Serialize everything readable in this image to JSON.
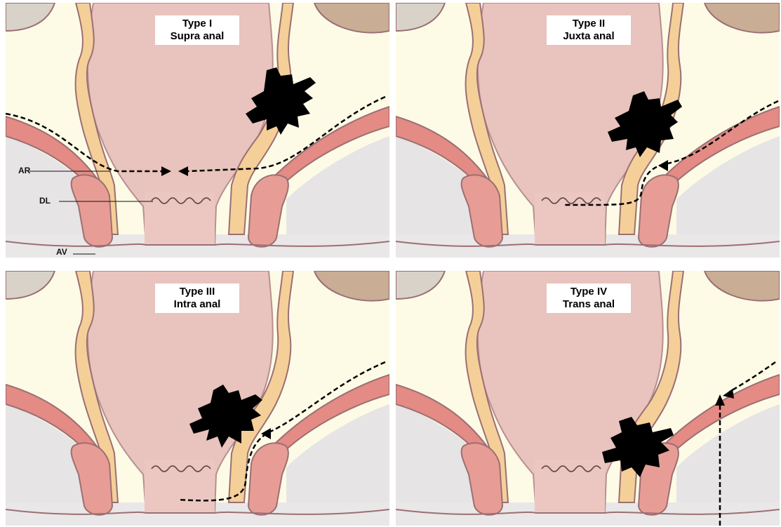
{
  "panels": [
    {
      "type": "Type I",
      "name": "Supra anal"
    },
    {
      "type": "Type II",
      "name": "Juxta anal"
    },
    {
      "type": "Type III",
      "name": "Intra anal"
    },
    {
      "type": "Type IV",
      "name": "Trans anal"
    }
  ],
  "labels": {
    "ar": "AR",
    "dl": "DL",
    "av": "AV"
  },
  "colors": {
    "rectum": "#e9c3bd",
    "fat": "#fdfbe6",
    "sphincter_external": "#e79d95",
    "sphincter_internal": "#f5cf98",
    "levator": "#e38b84",
    "outline": "#9b6f74",
    "tumor": "#000000",
    "bone": "#c9ad94"
  }
}
